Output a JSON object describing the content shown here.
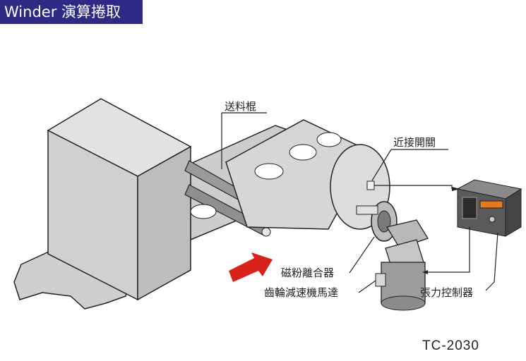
{
  "header": {
    "title": "Winder  演算捲取"
  },
  "labels": {
    "feed_roller": "送料棍",
    "proximity_switch": "近接開關",
    "magnetic_clutch": "磁粉離合器",
    "gear_motor": "齒輪減速機馬達",
    "tension_controller": "張力控制器"
  },
  "model": "TC-2030",
  "colors": {
    "title_bg": "#2e2a86",
    "machine_gray": "#d4d4d4",
    "arrow_red": "#d8231c"
  }
}
